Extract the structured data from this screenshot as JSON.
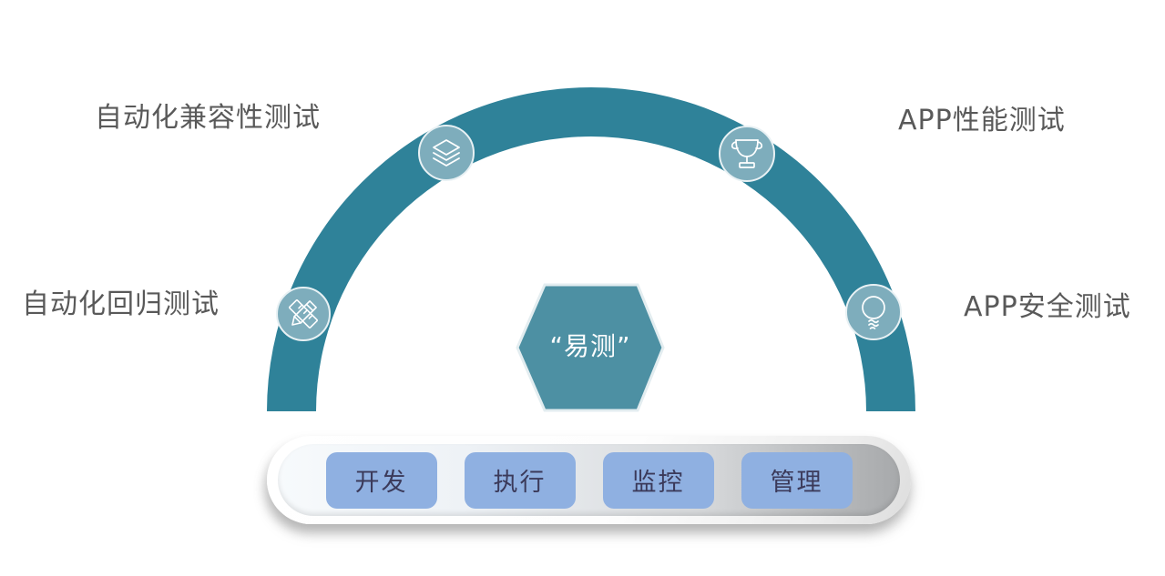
{
  "diagram": {
    "center_hexagon": {
      "label": "“易测”"
    },
    "capability_labels": [
      {
        "label": "自动化兼容性测试",
        "icon": "layers-icon"
      },
      {
        "label": "APP性能测试",
        "icon": "trophy-icon"
      },
      {
        "label": "自动化回归测试",
        "icon": "pencil-ruler-icon"
      },
      {
        "label": "APP安全测试",
        "icon": "lightbulb-icon"
      }
    ],
    "pipeline_steps": [
      {
        "label": "开发"
      },
      {
        "label": "执行"
      },
      {
        "label": "监控"
      },
      {
        "label": "管理"
      }
    ],
    "colors": {
      "arch": "#2F8299",
      "node_fill": "#7EADBC",
      "node_ring": "#E8F1F4",
      "hexagon_fill": "#4D90A3",
      "hexagon_border": "#E3EDF0",
      "step_button": "#8FB0E1",
      "step_text": "#3B3A5A",
      "label_text": "#595959"
    }
  }
}
